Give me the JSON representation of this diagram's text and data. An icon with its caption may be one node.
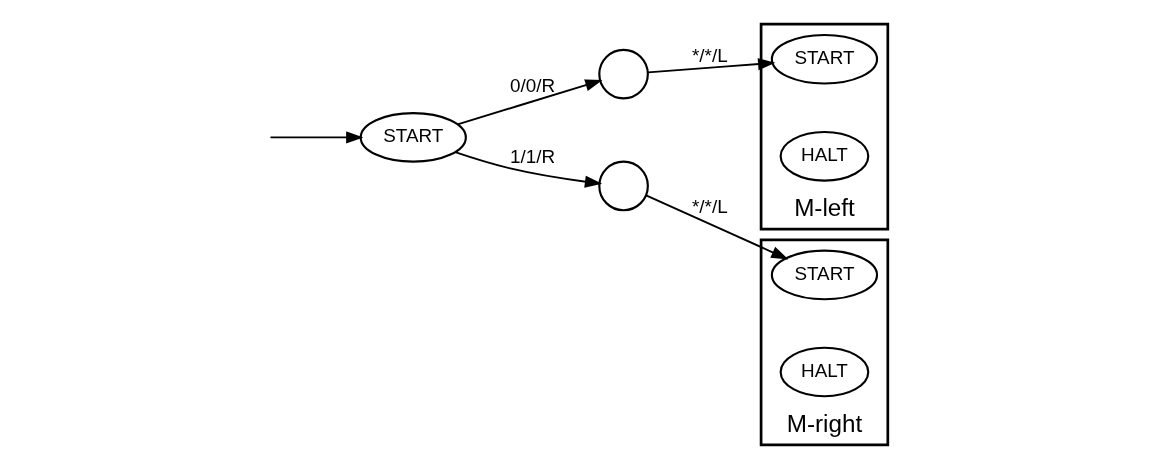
{
  "diagram": {
    "nodes": [
      {
        "text": [
          "START"
        ]
      },
      {
        "text": [],
        "shape": "circle"
      },
      {
        "text": [
          "M-left"
        ]
      },
      {
        "text": [
          "START"
        ],
        "in": 2
      },
      {
        "text": [
          "HALT"
        ],
        "in": 2
      },
      {
        "text": [],
        "shape": "circle"
      },
      {
        "text": [
          "M-right"
        ]
      },
      {
        "text": [
          "START"
        ],
        "in": 6
      },
      {
        "text": [
          "HALT"
        ],
        "in": 6
      }
    ],
    "edges": [
      {
        "from": null,
        "to": 0,
        "arrow": "to"
      },
      {
        "from": 0,
        "to": 1,
        "arrow": "to",
        "label": "0/0/R"
      },
      {
        "from": 1,
        "to": 3,
        "arrow": "to",
        "label": "*/*/L"
      },
      {
        "from": 0,
        "to": 5,
        "arrow": "to",
        "label": "1/1/R"
      },
      {
        "from": 5,
        "to": 7,
        "arrow": "to",
        "label": "*/*/L"
      }
    ]
  }
}
